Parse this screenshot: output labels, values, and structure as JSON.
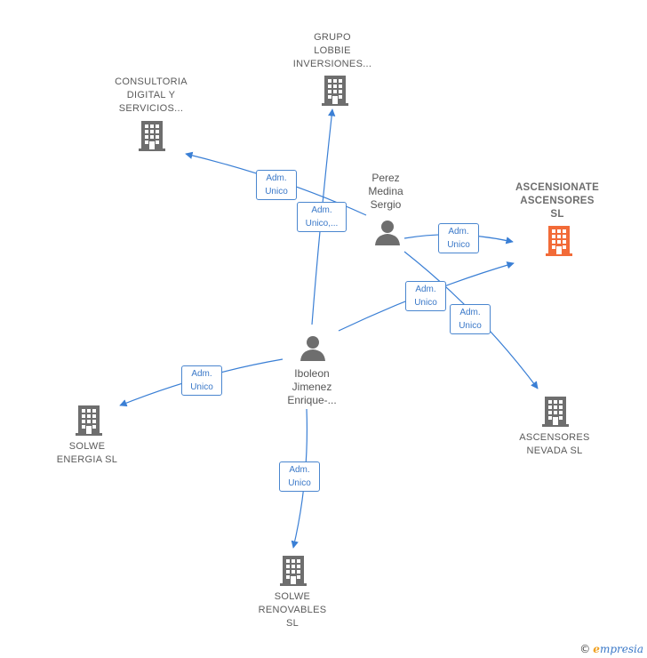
{
  "colors": {
    "edge": "#3a7fd5",
    "building": "#6e6e6e",
    "focus_building": "#f26b38",
    "person": "#6e6e6e"
  },
  "nodes": {
    "grupo_lobbie": {
      "label": "GRUPO\nLOBBIE\nINVERSIONES...",
      "icon": "building-icon"
    },
    "consultoria": {
      "label": "CONSULTORIA\nDIGITAL Y\nSERVICIOS...",
      "icon": "building-icon"
    },
    "ascensionate": {
      "label": "ASCENSIONATE\nASCENSORES\nSL",
      "icon": "building-icon"
    },
    "ascensores_nevada": {
      "label": "ASCENSORES\nNEVADA SL",
      "icon": "building-icon"
    },
    "solwe_energia": {
      "label": "SOLWE\nENERGIA SL",
      "icon": "building-icon"
    },
    "solwe_renovables": {
      "label": "SOLWE\nRENOVABLES\nSL",
      "icon": "building-icon"
    },
    "perez": {
      "label": "Perez\nMedina\nSergio",
      "icon": "person-icon"
    },
    "iboleon": {
      "label": "Iboleon\nJimenez\nEnrique-...",
      "icon": "person-icon"
    }
  },
  "edges": [
    {
      "label": "Adm.\nUnico"
    },
    {
      "label": "Adm.\nUnico,..."
    },
    {
      "label": "Adm.\nUnico"
    },
    {
      "label": "Adm.\nUnico"
    },
    {
      "label": "Adm.\nUnico"
    },
    {
      "label": "Adm.\nUnico"
    },
    {
      "label": "Adm.\nUnico"
    }
  ],
  "footer": {
    "copyright": "©",
    "brand_e": "e",
    "brand_rest": "mpresia"
  }
}
